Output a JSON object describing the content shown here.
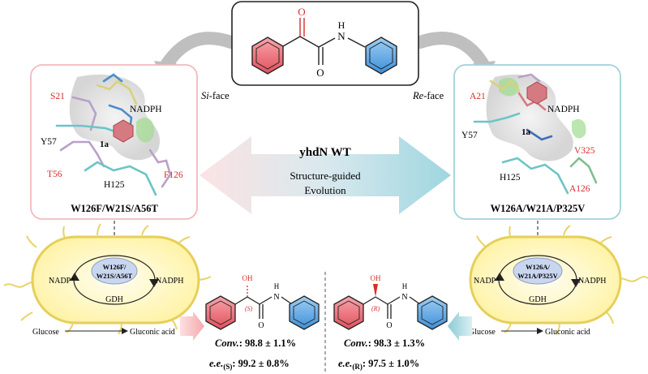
{
  "top_molecule": {
    "atoms": {
      "o1": "O",
      "o2": "O",
      "nh": "H",
      "n": "N"
    }
  },
  "faces": {
    "left": {
      "prefix": "Si",
      "suffix": "-face"
    },
    "right": {
      "prefix": "Re",
      "suffix": "-face"
    }
  },
  "left_panel": {
    "residues": {
      "s21": "S21",
      "nadph": "NADPH",
      "y57": "Y57",
      "sub": "1a",
      "t56": "T56",
      "h125": "H125",
      "f126": "F126"
    },
    "mutant": "W126F/W21S/A56T"
  },
  "right_panel": {
    "residues": {
      "a21": "A21",
      "nadph": "NADPH",
      "y57": "Y57",
      "sub": "1a",
      "v325": "V325",
      "h125": "H125",
      "a126": "A126"
    },
    "mutant": "W126A/W21A/P325V"
  },
  "center_arrow": {
    "title": "yhdN WT",
    "line1": "Structure-guided",
    "line2": "Evolution"
  },
  "left_cell": {
    "enzyme_l1": "W126F/",
    "enzyme_l2": "W21S/A56T",
    "nadp": "NADP⁺",
    "nadph": "NADPH",
    "gdh": "GDH",
    "glucose": "Glucose",
    "gluconic": "Gluconic acid"
  },
  "right_cell": {
    "enzyme_l1": "W126A/",
    "enzyme_l2": "W21A/P325V",
    "nadp": "NADP⁺",
    "nadph": "NADPH",
    "gdh": "GDH",
    "glucose": "Glucose",
    "gluconic": "Gluconic acid"
  },
  "product_s": {
    "oh": "OH",
    "stereo": "(S)",
    "o": "O",
    "nh": "H",
    "n": "N",
    "conv_label": "Conv.",
    "conv_value": ": 98.8 ± 1.1%",
    "ee_label": "e.e.",
    "ee_sub": "(S)",
    "ee_value": ": 99.2 ± 0.8%"
  },
  "product_r": {
    "oh": "OH",
    "stereo": "(R)",
    "o": "O",
    "nh": "H",
    "n": "N",
    "conv_label": "Conv.",
    "conv_value": ": 98.3 ± 1.3%",
    "ee_label": "e.e.",
    "ee_sub": "(R)",
    "ee_value": ": 97.5 ± 1.0%"
  },
  "colors": {
    "red_ring": "#e8606a",
    "blue_ring": "#3d8fd8",
    "pink_panel": "#f3b9bd",
    "cyan_panel": "#9fd3da",
    "cell_fill": "#fff6b8",
    "cell_border": "#e6cf5a",
    "gdh_fill": "#c9d6ef",
    "label_red": "#d62c2c"
  }
}
